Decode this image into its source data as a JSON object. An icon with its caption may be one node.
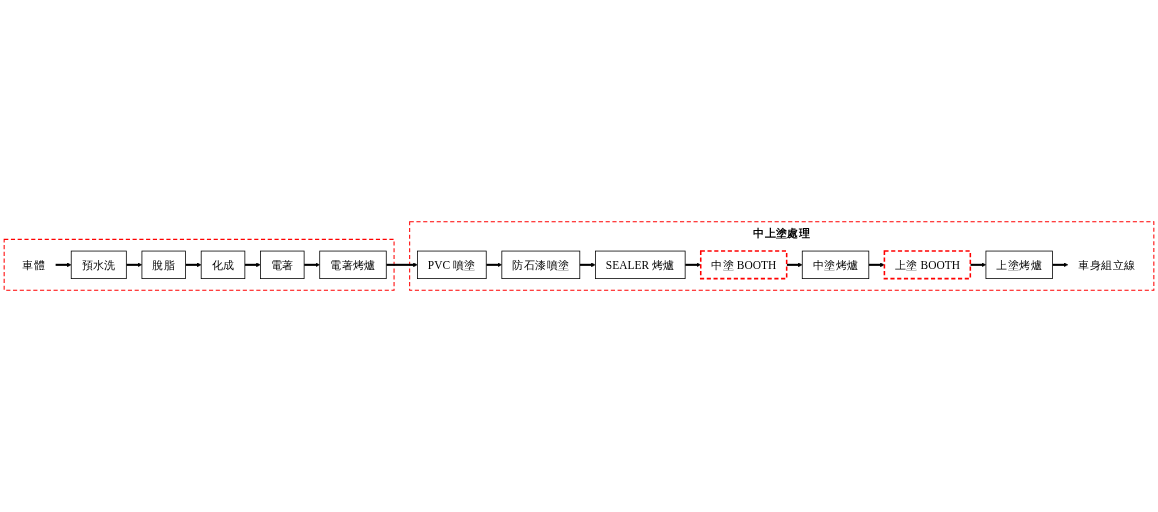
{
  "diagram": {
    "nodes": [
      {
        "text": [],
        "shape": "box"
      },
      {
        "text": [
          "車體"
        ],
        "in": 0
      },
      {
        "text": [
          "預水洗"
        ],
        "in": 0
      },
      {
        "text": [
          "脫脂"
        ],
        "in": 0
      },
      {
        "text": [
          "化成"
        ],
        "in": 0
      },
      {
        "text": [
          "電著"
        ],
        "in": 0
      },
      {
        "text": [
          "電著烤爐"
        ],
        "in": 0
      },
      {
        "text": [
          "中上塗處理"
        ]
      },
      {
        "text": [
          "PVC 噴塗"
        ],
        "in": 7
      },
      {
        "text": [
          "防石漆噴塗"
        ],
        "in": 7
      },
      {
        "text": [
          "SEALER 烤爐"
        ],
        "in": 7
      },
      {
        "text": [
          "中塗 BOOTH"
        ],
        "in": 7
      },
      {
        "text": [
          "中塗烤爐"
        ],
        "in": 7
      },
      {
        "text": [
          "上塗 BOOTH"
        ],
        "in": 7
      },
      {
        "text": [
          "上塗烤爐"
        ],
        "in": 7
      },
      {
        "text": [
          "車身組立線"
        ],
        "in": 7
      }
    ],
    "edges": [
      {
        "from": 1,
        "to": 2,
        "arrow": "to"
      },
      {
        "from": 2,
        "to": 3,
        "arrow": "to"
      },
      {
        "from": 3,
        "to": 4,
        "arrow": "to"
      },
      {
        "from": 4,
        "to": 5,
        "arrow": "to"
      },
      {
        "from": 5,
        "to": 6,
        "arrow": "to"
      },
      {
        "from": 6,
        "to": 8,
        "arrow": "to"
      },
      {
        "from": 8,
        "to": 9,
        "arrow": "to"
      },
      {
        "from": 9,
        "to": 10,
        "arrow": "to"
      },
      {
        "from": 10,
        "to": 11,
        "arrow": "to"
      },
      {
        "from": 11,
        "to": 12,
        "arrow": "to"
      },
      {
        "from": 12,
        "to": 13,
        "arrow": "to"
      },
      {
        "from": 13,
        "to": 14,
        "arrow": "to"
      },
      {
        "from": 14,
        "to": 15,
        "arrow": "to"
      }
    ]
  }
}
